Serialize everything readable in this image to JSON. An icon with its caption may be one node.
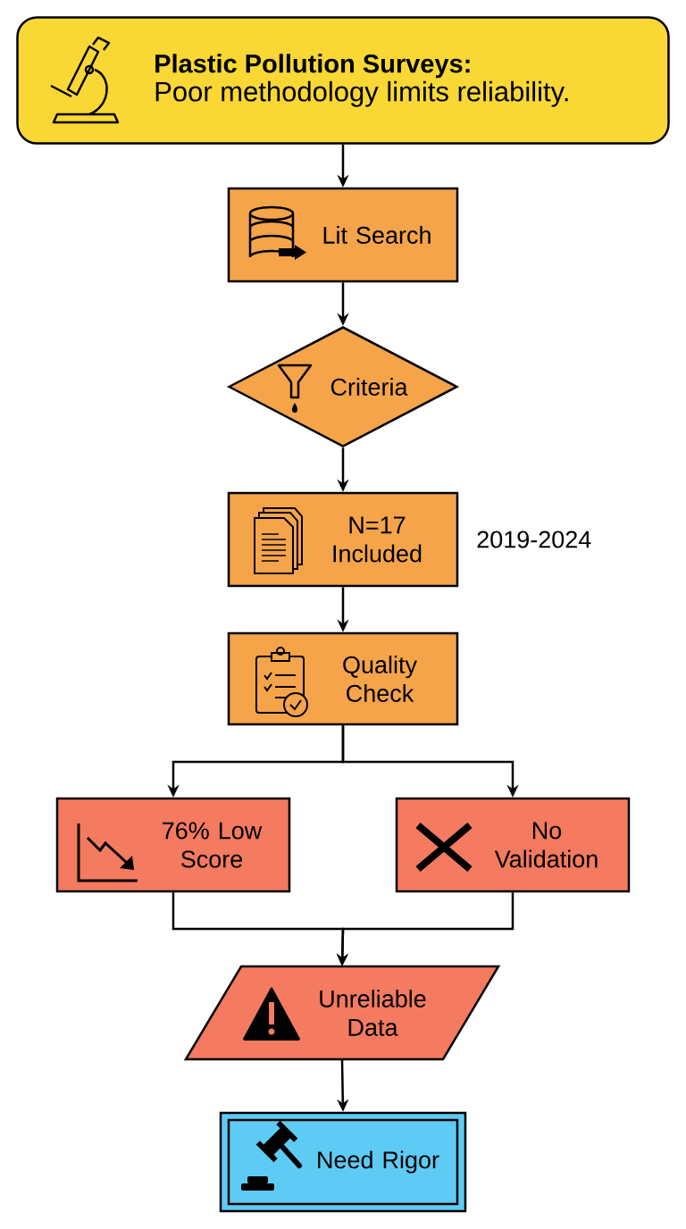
{
  "diagram": {
    "nodes": [
      {
        "text": [
          "Plastic Pollution Surveys:",
          "Poor methodology limits reliability."
        ]
      },
      {
        "text": [
          "Lit Search"
        ]
      },
      {
        "text": [
          "Criteria"
        ]
      },
      {
        "text": [
          "N=17 Included"
        ],
        "beside": [
          "2019-2024"
        ]
      },
      {
        "text": [
          "Quality Check"
        ]
      },
      {
        "text": [
          "76% Low Score"
        ]
      },
      {
        "text": [
          "No Validation"
        ]
      },
      {
        "text": [
          "Unreliable Data"
        ]
      },
      {
        "text": [
          "Need Rigor"
        ]
      }
    ],
    "edges": [
      {
        "from": 0,
        "to": 1,
        "arrow": "to"
      },
      {
        "from": 1,
        "to": 2,
        "arrow": "to"
      },
      {
        "from": 2,
        "to": 3,
        "arrow": "to"
      },
      {
        "from": 3,
        "to": 4,
        "arrow": "to"
      },
      {
        "from": 4,
        "to": 5,
        "arrow": "to"
      },
      {
        "from": 4,
        "to": 6,
        "arrow": "to"
      },
      {
        "from": 5,
        "to": 7,
        "arrow": "to"
      },
      {
        "from": 6,
        "to": 7,
        "arrow": "to"
      },
      {
        "from": 7,
        "to": 8,
        "arrow": "to"
      }
    ]
  }
}
